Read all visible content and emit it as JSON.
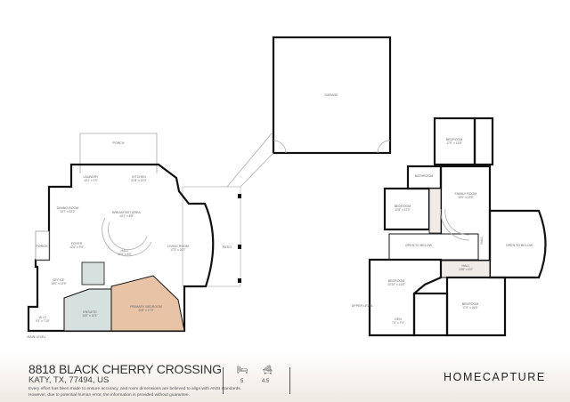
{
  "colors": {
    "room": "#f1ebe7",
    "bedroom": "#e8c3a6",
    "bath": "#d6e0de",
    "wall": "#111111"
  },
  "main_level": {
    "level_label": "MAIN LEVEL",
    "rooms": [
      {
        "name": "PORCH",
        "dim": ""
      },
      {
        "name": "LAUNDRY",
        "dim": "10'1\" x 7'0\""
      },
      {
        "name": "KITCHEN",
        "dim": "21'8\" x 13'0\""
      },
      {
        "name": "DINING ROOM",
        "dim": "13'7\" x 12'2\""
      },
      {
        "name": "BREAKFAST AREA",
        "dim": "14'1\" x 8'8\""
      },
      {
        "name": "PORCH",
        "dim": ""
      },
      {
        "name": "FOYER",
        "dim": "12'0\" x 9'4\""
      },
      {
        "name": "HALL",
        "dim": "17'0\" x 8'0\""
      },
      {
        "name": "LIVING ROOM",
        "dim": "17'3\" x 20'7\""
      },
      {
        "name": "PATIO",
        "dim": ""
      },
      {
        "name": "OFFICE",
        "dim": "14'0\" x 13'0\""
      },
      {
        "name": "PRIMARY BEDROOM",
        "dim": "20'8\" x 17'0\""
      },
      {
        "name": "ENSUITE",
        "dim": "14'0\" x 10'1\""
      },
      {
        "name": "W.I.C",
        "dim": "9'1\" x 7'10\""
      },
      {
        "name": "GARAGE",
        "dim": ""
      }
    ]
  },
  "upper_level": {
    "level_label": "UPPER LEVEL",
    "rooms": [
      {
        "name": "BEDROOM",
        "dim": "17'0\" x 13'8\""
      },
      {
        "name": "BATHROOM",
        "dim": ""
      },
      {
        "name": "FAMILY ROOM",
        "dim": "19'0\" x 19'9\""
      },
      {
        "name": "BEDROOM",
        "dim": "12'8\" x 12'0\""
      },
      {
        "name": "OPEN TO BELOW",
        "dim": ""
      },
      {
        "name": "OPEN TO BELOW",
        "dim": ""
      },
      {
        "name": "HALL",
        "dim": "14'8\" x 8'0\""
      },
      {
        "name": "BEDROOM",
        "dim": "20'10\" x 14'8\""
      },
      {
        "name": "DEN",
        "dim": "7'0\" x 7'0\""
      },
      {
        "name": "BEDROOM",
        "dim": "17'0\" x 16'0\""
      },
      {
        "name": "HALL",
        "dim": ""
      }
    ]
  },
  "footer": {
    "address": "8818 BLACK CHERRY CROSSING",
    "city": "KATY, TX, 77494, US",
    "beds_icon": "bed-icon",
    "beds": "5",
    "baths_icon": "bathtub-icon",
    "baths": "4.5",
    "disclaimer_1": "Every effort has been made to ensure accuracy, and room dimensions are believed to align with ANSI standards.",
    "disclaimer_2": "However, due to potential human error, the information is provided without guarantee.",
    "brand": "HOMECAPTURE"
  }
}
